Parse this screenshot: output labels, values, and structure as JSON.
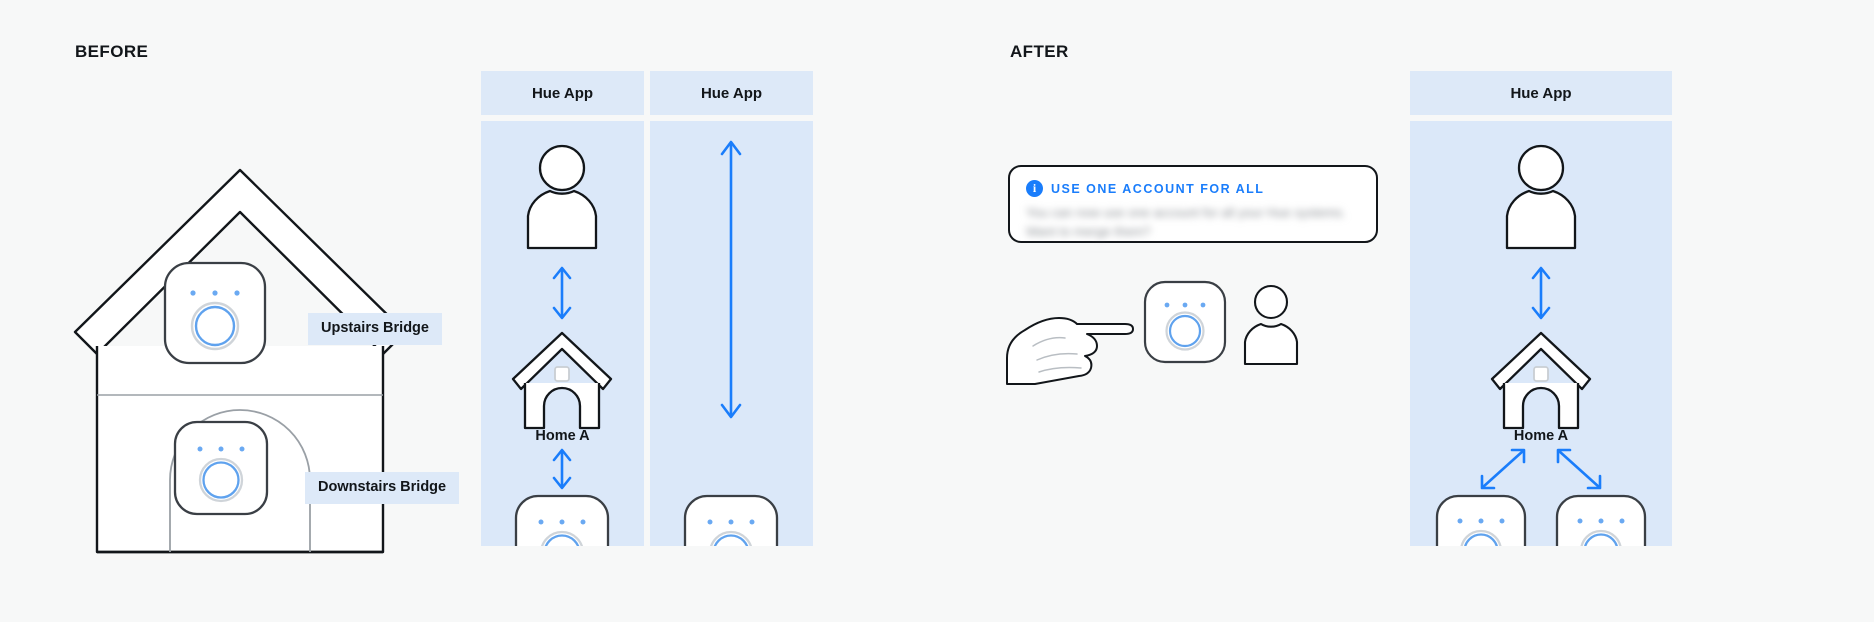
{
  "page": {
    "background": "#f7f8f8",
    "accent_blue": "#1a7dfb",
    "panel_blue": "#dbe8f9",
    "panel_header_blue": "#dde9f8",
    "chip_blue": "#dde9f8",
    "outline": "#12161a"
  },
  "before": {
    "title": "BEFORE",
    "house": {
      "labels": [
        {
          "name": "upstairs",
          "text": "Upstairs Bridge"
        },
        {
          "name": "downstairs",
          "text": "Downstairs Bridge"
        }
      ],
      "bridges": [
        {
          "name": "upstairs-bridge",
          "led_count": 3
        },
        {
          "name": "downstairs-bridge",
          "led_count": 3
        }
      ]
    },
    "panels": [
      {
        "name": "hue-app-home-a",
        "header": "Hue App",
        "home_label": "Home A",
        "nodes": [
          "user-icon",
          "home-icon",
          "bridge-device"
        ],
        "connectors": [
          "double-arrow-vertical",
          "double-arrow-vertical"
        ]
      },
      {
        "name": "hue-app-standalone",
        "header": "Hue App",
        "home_label": "",
        "nodes": [
          "bridge-device"
        ],
        "connectors": [
          "long-double-arrow-vertical"
        ]
      }
    ]
  },
  "after": {
    "title": "AFTER",
    "notice": {
      "icon": "info-icon",
      "title": "USE ONE ACCOUNT FOR ALL",
      "body": "You can now use one account for all your Hue systems. Want to merge them?",
      "blurred": true
    },
    "scene": {
      "nodes": [
        "pointing-hand-icon",
        "bridge-device",
        "user-icon"
      ]
    },
    "panels": [
      {
        "name": "hue-app-home-a-merged",
        "header": "Hue App",
        "home_label": "Home A",
        "nodes": [
          "user-icon",
          "home-icon",
          "bridge-device",
          "bridge-device"
        ],
        "connectors": [
          "double-arrow-vertical",
          "diagonal-arrow-up-right",
          "diagonal-arrow-down-right"
        ]
      }
    ]
  }
}
